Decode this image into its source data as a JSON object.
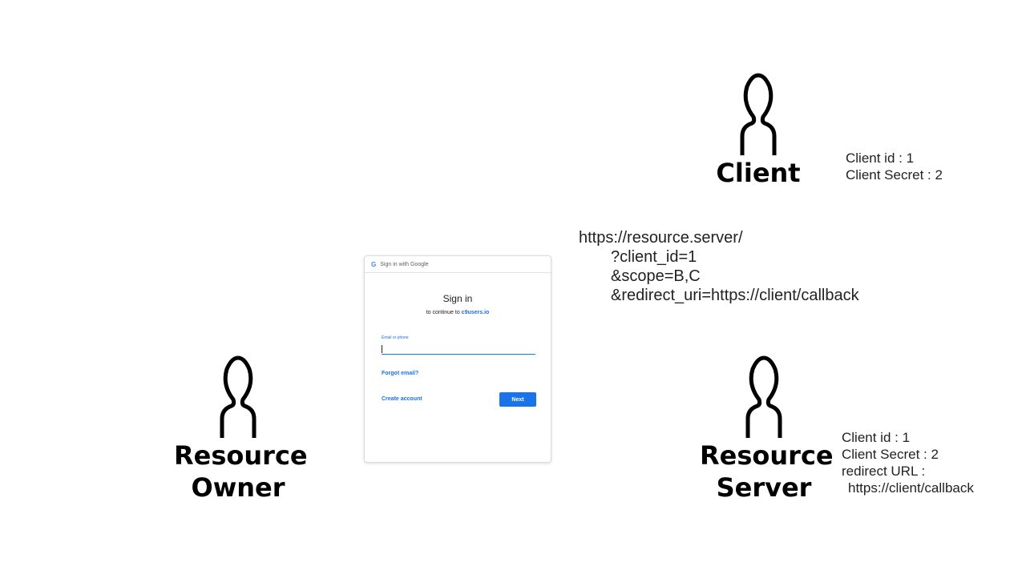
{
  "client": {
    "label": "Client",
    "notes": [
      "Client id : 1",
      "Client Secret : 2"
    ]
  },
  "resource_owner": {
    "label_line1": "Resource",
    "label_line2": "Owner"
  },
  "resource_server": {
    "label_line1": "Resource",
    "label_line2": "Server",
    "notes": [
      "Client id : 1",
      "Client Secret : 2",
      "redirect URL :",
      "https://client/callback"
    ]
  },
  "auth_url": {
    "base": "https://resource.server/",
    "client_id": "?client_id=1",
    "scope": "&scope=B,C",
    "redirect": "&redirect_uri=https://client/callback"
  },
  "signin": {
    "header": "Sign in with Google",
    "title": "Sign in",
    "subtitle_prefix": "to continue to ",
    "subtitle_link": "c9users.io",
    "field_label": "Email or phone",
    "email_value": "",
    "forgot_label": "Forgot email?",
    "create_label": "Create account",
    "next_label": "Next"
  },
  "colors": {
    "google_blue": "#1a73e8",
    "actor_stroke": "#000000"
  }
}
